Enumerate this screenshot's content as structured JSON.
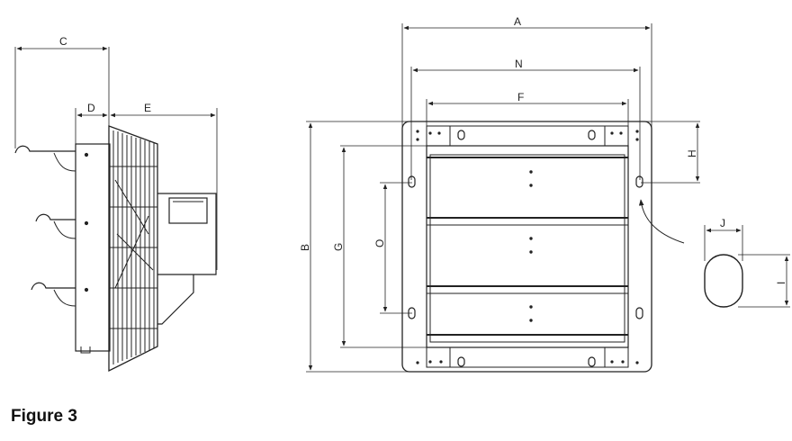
{
  "caption": "Figure 3",
  "labels": {
    "A": "A",
    "B": "B",
    "C": "C",
    "D": "D",
    "E": "E",
    "F": "F",
    "G": "G",
    "H": "H",
    "I": "I",
    "J": "J",
    "N": "N",
    "O": "O"
  }
}
